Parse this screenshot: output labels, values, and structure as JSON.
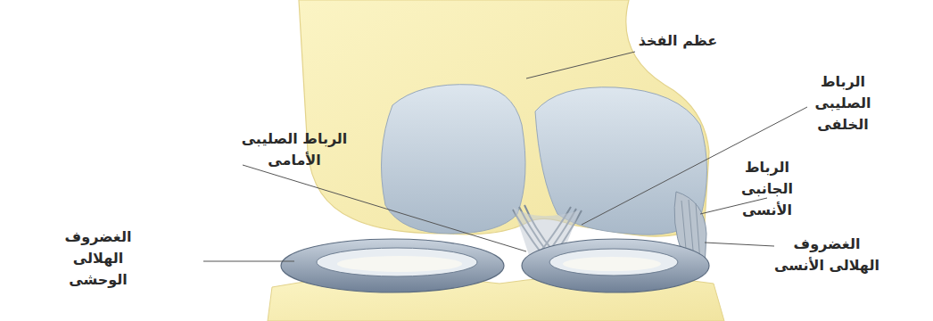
{
  "diagram": {
    "labels": [
      "عظم الفخذ",
      "الرباط الصليبى الخلفى",
      "الرباط الصليبى الأمامى",
      "الرباط الجانبى الأنسى",
      "الغضروف الهلالى الوحشى",
      "الغضروف الهلالى الأنسى"
    ]
  }
}
